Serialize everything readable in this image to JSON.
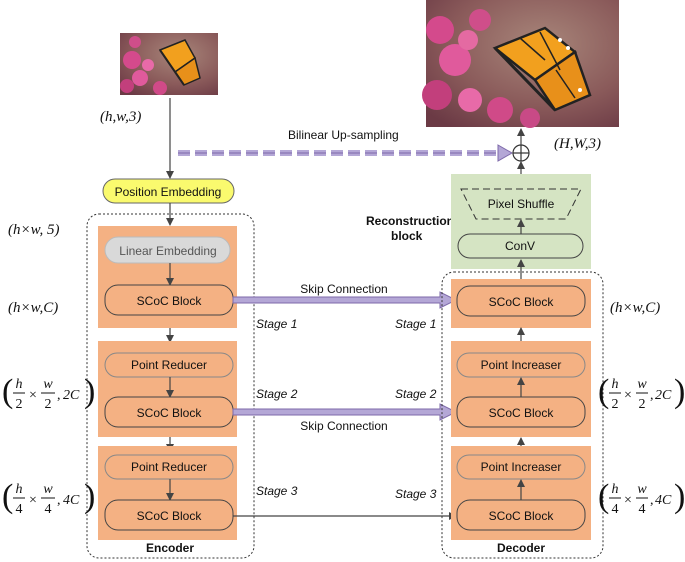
{
  "labels": {
    "bilinear": "Bilinear Up-sampling",
    "position_embedding": "Position Embedding",
    "linear_embedding": "Linear Embedding",
    "scoc_block": "SCoC Block",
    "point_reducer": "Point Reducer",
    "point_increaser": "Point Increaser",
    "pixel_shuffle": "Pixel Shuffle",
    "conv": "ConV",
    "reconstruction_line1": "Reconstruction",
    "reconstruction_line2": "block",
    "skip_connection": "Skip Connection",
    "stage1": "Stage 1",
    "stage2": "Stage 2",
    "stage3": "Stage 3",
    "encoder": "Encoder",
    "decoder": "Decoder",
    "plus": "⊕"
  },
  "shapes": {
    "input": "(h,w,3)",
    "output": "(H,W,3)",
    "pe_out": "(h×w, 5)",
    "stage1": "(h×w,C)",
    "stage2_frac": {
      "a_num": "h",
      "a_den": "2",
      "b_num": "w",
      "b_den": "2",
      "ch": "2C"
    },
    "stage3_frac": {
      "a_num": "h",
      "a_den": "4",
      "b_num": "w",
      "b_den": "4",
      "ch": "4C"
    }
  },
  "images": {
    "input_image": "butterfly-small",
    "output_image": "butterfly-large"
  },
  "colors": {
    "stage_fill": "#f4b183",
    "block_fill": "#f4b183",
    "position_embedding_fill": "#fafa6e",
    "linear_embedding_fill": "#d9d9d9",
    "reconstruction_fill": "#d5e4c3",
    "skip_arrow": "#b4a7d6",
    "line": "#444444"
  }
}
